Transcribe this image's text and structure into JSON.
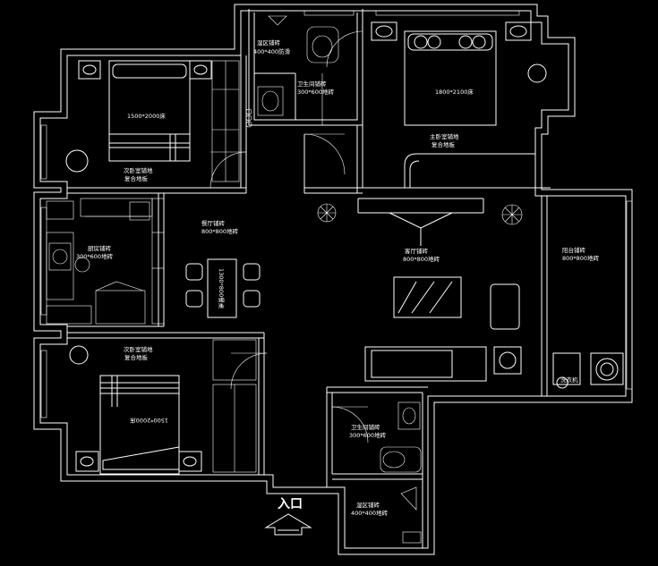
{
  "labels": {
    "bath_top_zone": [
      "湿区铺砖",
      "400*400防滑"
    ],
    "bath_top_main": [
      "卫生间铺砖",
      "300*600地砖"
    ],
    "master_bed_size": "1800*2100床",
    "master_bed_room": [
      "主卧室铺地",
      "复合地板"
    ],
    "second_bed_size": "1500*2000床",
    "second_bed_room": [
      "次卧室铺地",
      "复合地板"
    ],
    "kitchen": [
      "厨房铺砖",
      "300*600地砖"
    ],
    "dining": [
      "餐厅铺砖",
      "800*800地砖"
    ],
    "table": "1300*800餐桌",
    "living": [
      "客厅铺砖",
      "800*800地砖"
    ],
    "balcony": [
      "阳台铺砖",
      "800*800地砖"
    ],
    "third_bed_size": "1500*2000床",
    "third_bed_room": [
      "次卧室铺地",
      "复合地板"
    ],
    "bath_low_main": [
      "卫生间铺砖",
      "300*600地砖"
    ],
    "bath_low_zone": [
      "湿区铺砖",
      "400*400地砖"
    ],
    "entrance": "入口",
    "washer": "洗衣机"
  }
}
